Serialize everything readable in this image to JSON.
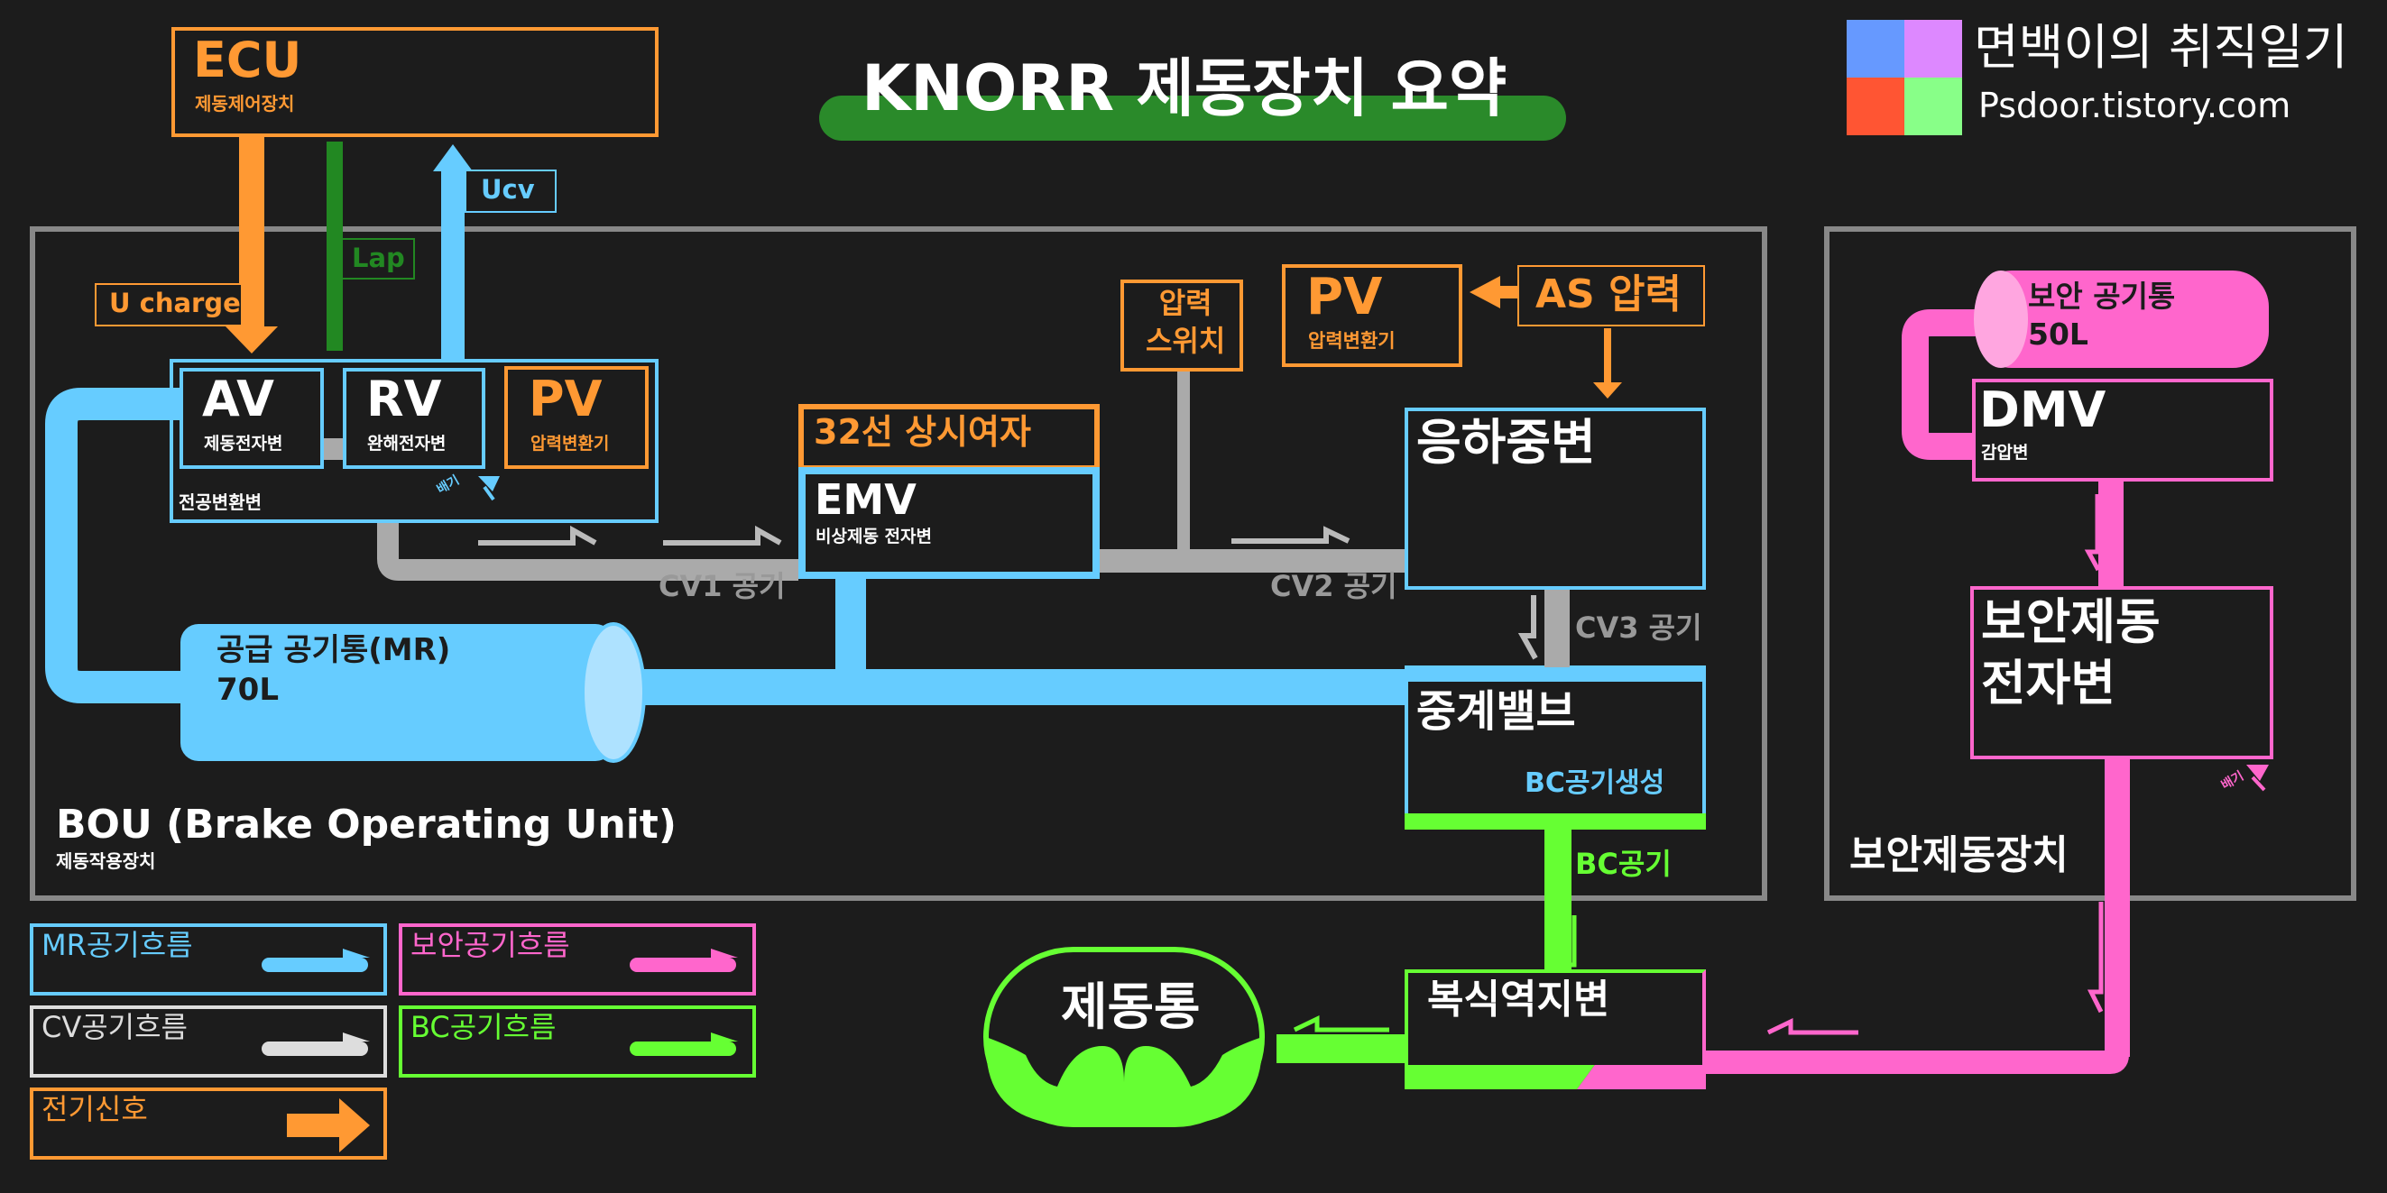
{
  "title": "KNORR 제동장치 요약",
  "brand": {
    "name": "면백이의 취직일기",
    "url": "Psdoor.tistory.com",
    "logo_colors": [
      "#6699ff",
      "#dd88ff",
      "#ff5533",
      "#88ff88"
    ]
  },
  "colors": {
    "background": "#1c1c1c",
    "mr_air": "#66ccff",
    "cv_air": "#aaaaaa",
    "bc_air": "#66ff33",
    "safety_air": "#ff66cc",
    "electric": "#ff9933",
    "lap": "#228822",
    "title_pill": "#2a8a2a"
  },
  "ecu": {
    "title": "ECU",
    "subtitle": "제동제어장치"
  },
  "signals": {
    "u_charge": "U charge",
    "lap": "Lap",
    "ucv": "Ucv"
  },
  "bou": {
    "title": "BOU (Brake Operating Unit)",
    "subtitle": "제동작용장치",
    "valve_group_label": "전공변환변",
    "av": {
      "title": "AV",
      "subtitle": "제동전자변"
    },
    "rv": {
      "title": "RV",
      "subtitle": "완해전자변"
    },
    "pv_left": {
      "title": "PV",
      "subtitle": "압력변환기"
    },
    "exhaust": "배기",
    "emv_header": "32선 상시여자",
    "emv": {
      "title": "EMV",
      "subtitle": "비상제동 전자변"
    },
    "pressure_switch": "압력\n스위치",
    "pv_right": {
      "title": "PV",
      "subtitle": "압력변환기"
    },
    "as_pressure": "AS 압력",
    "load_valve": "응하중변",
    "relay_valve": "중계밸브",
    "bc_generate": "BC공기생성",
    "cv1": "CV1 공기",
    "cv2": "CV2 공기",
    "cv3": "CV3 공기",
    "bc_air": "BC공기",
    "mr_tank": {
      "title": "공급 공기통(MR)",
      "volume": "70L"
    }
  },
  "safety": {
    "title": "보안제동장치",
    "tank": {
      "title": "보안 공기통",
      "volume": "50L"
    },
    "dmv": {
      "title": "DMV",
      "subtitle": "감압변"
    },
    "safety_valve": "보안제동\n전자변",
    "exhaust": "배기"
  },
  "double_check_valve": "복식역지변",
  "brake_cylinder": "제동통",
  "legend": [
    {
      "label": "MR공기흐름",
      "color": "#66ccff"
    },
    {
      "label": "보안공기흐름",
      "color": "#ff66cc"
    },
    {
      "label": "CV공기흐름",
      "color": "#dddddd"
    },
    {
      "label": "BC공기흐름",
      "color": "#66ff33"
    },
    {
      "label": "전기신호",
      "color": "#ff9933"
    }
  ]
}
